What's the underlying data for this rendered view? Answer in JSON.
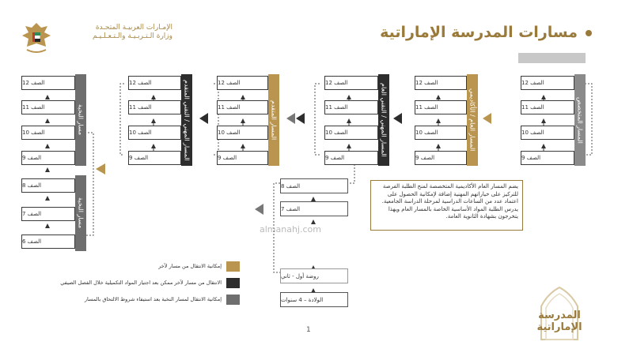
{
  "header": {
    "title": "مسارات المدرسة الإماراتية",
    "org_line1": "الإمـارات العربيـة المتحـدة",
    "org_line2": "وزارة الـتـربـيـة والـتـعـلـيـم"
  },
  "columns": [
    {
      "id": "specialized",
      "label": "المسار المتخصص",
      "color": "#8a8a8a",
      "grades": [
        "الصف 12",
        "الصف 11",
        "الصف 10",
        "الصف 9"
      ]
    },
    {
      "id": "general",
      "label": "المسار العام / الأكاديمي",
      "color": "#b9954f",
      "grades": [
        "الصف 12",
        "الصف 11",
        "الصف 10",
        "الصف 9"
      ]
    },
    {
      "id": "vocational-general",
      "label": "المسار المهني / التقني العام",
      "color": "#2d2d2d",
      "grades": [
        "الصف 12",
        "الصف 11",
        "الصف 10",
        "الصف 9"
      ]
    },
    {
      "id": "advanced",
      "label": "المسار المتقدم",
      "color": "#b9954f",
      "grades": [
        "الصف 12",
        "الصف 11",
        "الصف 10",
        "الصف 9"
      ]
    },
    {
      "id": "vocational-advanced",
      "label": "المسار المهني / التقني المتقدم",
      "color": "#2d2d2d",
      "grades": [
        "الصف 12",
        "الصف 11",
        "الصف 10",
        "الصف 9"
      ]
    },
    {
      "id": "elite-upper",
      "label": "مسار النخبة",
      "color": "#6e6e6e",
      "grades": [
        "الصف 12",
        "الصف 11",
        "الصف 10",
        "الصف 9"
      ]
    },
    {
      "id": "elite-lower",
      "label": "مسار النخبة",
      "color": "#6e6e6e",
      "grades": [
        "الصف 8",
        "الصف 7",
        "الصف 6"
      ]
    }
  ],
  "middle": {
    "grades": [
      "الصف 8",
      "الصف 7"
    ],
    "kg": "روضة أول - ثاني",
    "kg_age": "الولادة – 4 سنوات"
  },
  "info": {
    "text": "يضم المسار العام الأكاديمية المتخصصة لمنح الطلبة الفرصة للتركيز على خياراتهم المهنية إضافة لإمكانية الحصول على اعتماد عدد من الساعات الدراسية لمرحلة الدراسة الجامعية. يدرس الطلبة المواد الأساسية الخاصة بالمسار العام ويهذا يتخرجون بشهادة الثانوية العامة."
  },
  "legend": [
    {
      "color": "#b9954f",
      "text": "إمكانية الانتقال من مسار لآخر"
    },
    {
      "color": "#2d2d2d",
      "text": "الانتقال من مسار لآخر ممكن بعد اجتياز المواد التكميلية خلال الفصل الصيفي"
    },
    {
      "color": "#6e6e6e",
      "text": "إمكانية الانتقال لمسار النخبة بعد استيفاء شروط الالتحاق بالمسار"
    }
  ],
  "footer": {
    "page_number": "1",
    "logo_text": "المدرسة الإماراتية",
    "watermark": "almanahj.com"
  }
}
